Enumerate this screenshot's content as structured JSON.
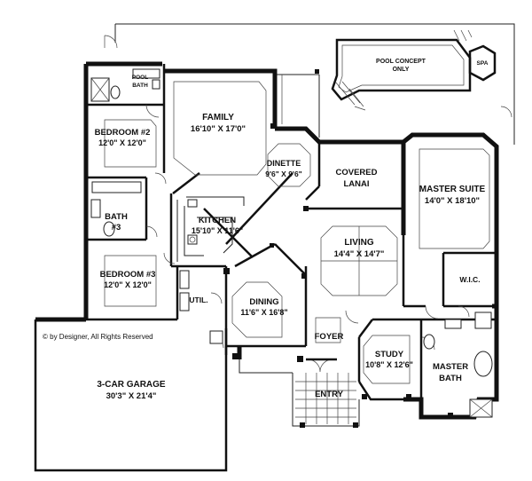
{
  "rooms": {
    "pool_concept": [
      "POOL CONCEPT",
      "ONLY"
    ],
    "spa": "SPA",
    "pool_bath": [
      "POOL",
      "BATH"
    ],
    "family": [
      "FAMILY",
      "16'10\" X 17'0\""
    ],
    "bedroom2": [
      "BEDROOM #2",
      "12'0\" X 12'0\""
    ],
    "dinette": [
      "DINETTE",
      "9'6\" X 9'6\""
    ],
    "covered_lanai": [
      "COVERED",
      "LANAI"
    ],
    "master_suite": [
      "MASTER SUITE",
      "14'0\" X 18'10\""
    ],
    "bath3": [
      "BATH",
      "#3"
    ],
    "kitchen": [
      "KITCHEN",
      "15'10\" X 11'6\""
    ],
    "living": [
      "LIVING",
      "14'4\" X 14'7\""
    ],
    "bedroom3": [
      "BEDROOM #3",
      "12'0\" X 12'0\""
    ],
    "wic": "W.I.C.",
    "dining": [
      "DINING",
      "11'6\" X 16'8\""
    ],
    "util": "UTIL.",
    "foyer": "FOYER",
    "study": [
      "STUDY",
      "10'8\" X 12'6\""
    ],
    "master_bath": [
      "MASTER",
      "BATH"
    ],
    "garage": [
      "3-CAR GARAGE",
      "30'3\" X 21'4\""
    ],
    "entry": "ENTRY"
  },
  "copyright": "© by Designer, All Rights Reserved"
}
